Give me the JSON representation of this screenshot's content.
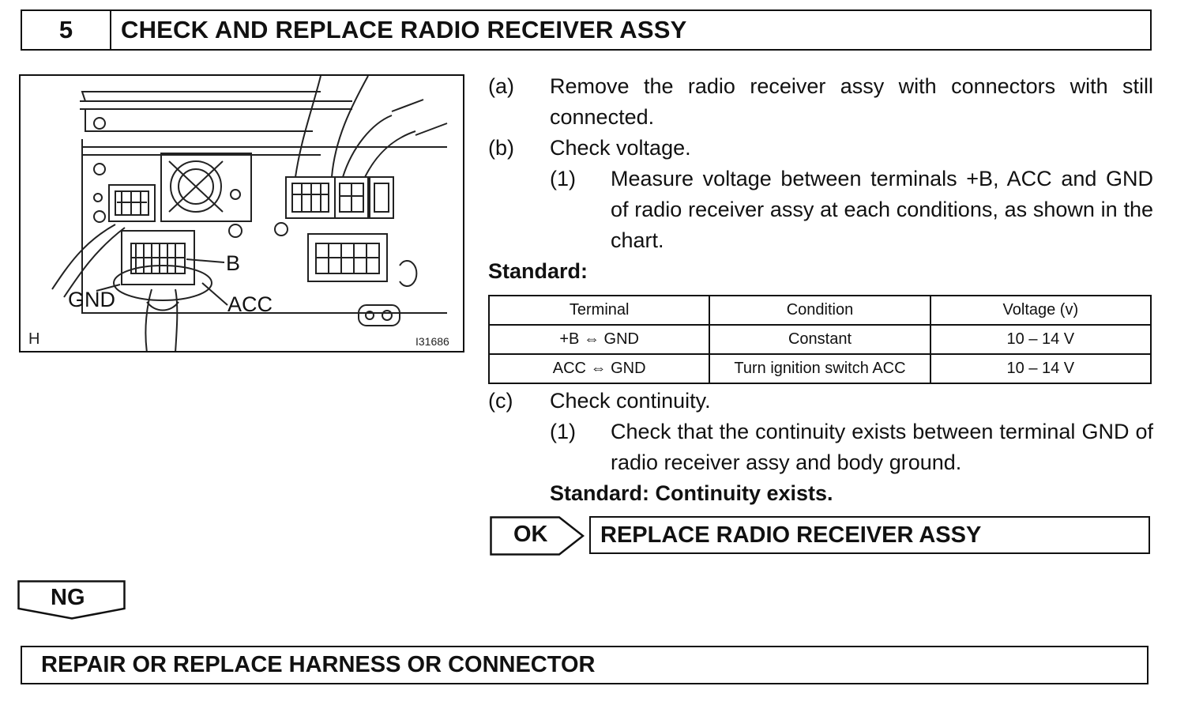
{
  "header": {
    "step_number": "5",
    "title": "CHECK AND REPLACE RADIO RECEIVER ASSY"
  },
  "figure": {
    "labels": {
      "b": "B",
      "gnd": "GND",
      "acc": "ACC"
    },
    "corner_mark": "H",
    "figure_code": "I31686"
  },
  "steps": [
    {
      "label": "(a)",
      "text": "Remove the radio receiver assy with connectors with still connected."
    },
    {
      "label": "(b)",
      "text": "Check voltage."
    },
    {
      "label": "(c)",
      "text": "Check continuity."
    }
  ],
  "substeps": {
    "b1": {
      "label": "(1)",
      "text": "Measure voltage between terminals +B, ACC and GND of radio receiver assy at each conditions, as shown in the chart."
    },
    "c1": {
      "label": "(1)",
      "text": "Check that the continuity exists between terminal GND of radio receiver assy and body ground."
    }
  },
  "standard_label": "Standard:",
  "standard_continuity": "Standard: Continuity exists.",
  "table": {
    "headers": [
      "Terminal",
      "Condition",
      "Voltage (v)"
    ],
    "rows": [
      [
        "+B ⇔ GND",
        "Constant",
        "10 – 14 V"
      ],
      [
        "ACC ⇔ GND",
        "Turn ignition switch ACC",
        "10 – 14 V"
      ]
    ]
  },
  "ok": {
    "label": "OK",
    "result": "REPLACE RADIO RECEIVER ASSY"
  },
  "ng": {
    "label": "NG"
  },
  "repair": "REPAIR OR REPLACE HARNESS OR CONNECTOR"
}
